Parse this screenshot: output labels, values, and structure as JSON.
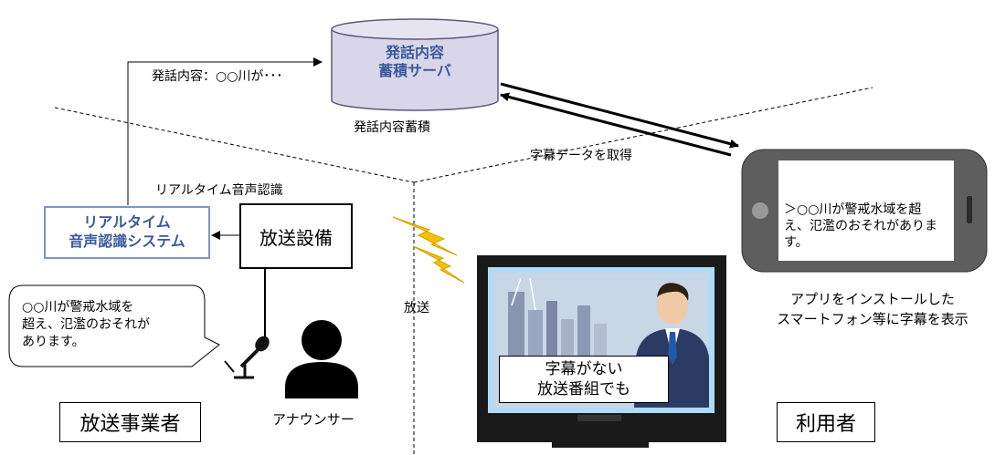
{
  "server": {
    "line1": "発話内容",
    "line2": "蓄積サーバ",
    "caption": "発話内容蓄積"
  },
  "stream_label": "発話内容：○○川が･･･",
  "recognition": {
    "caption": "リアルタイム音声認識",
    "line1": "リアルタイム",
    "line2": "音声認識システム"
  },
  "broadcast_equipment": "放送設備",
  "speech_bubble": {
    "line1": "○○川が警戒水域を",
    "line2": "超え、氾濫のおそれが",
    "line3": "あります。"
  },
  "broadcast_label": "放送",
  "subtitle_fetch": "字幕データを取得",
  "phone_text": {
    "line1": "＞○○川が警戒水域を超",
    "line2": "え、氾濫のおそれがありま",
    "line3": "す。"
  },
  "phone_caption": {
    "line1": "アプリをインストールした",
    "line2": "スマートフォン等に字幕を表示"
  },
  "tv_caption": {
    "line1": "字幕がない",
    "line2": "放送番組でも"
  },
  "announcer": "アナウンサー",
  "broadcaster_box": "放送事業者",
  "user_box": "利用者",
  "colors": {
    "server_fill": "#d8d6e8",
    "accent_text": "#3a5a9c",
    "recog_border": "#7f95c4",
    "lightning": "#f2c200"
  }
}
